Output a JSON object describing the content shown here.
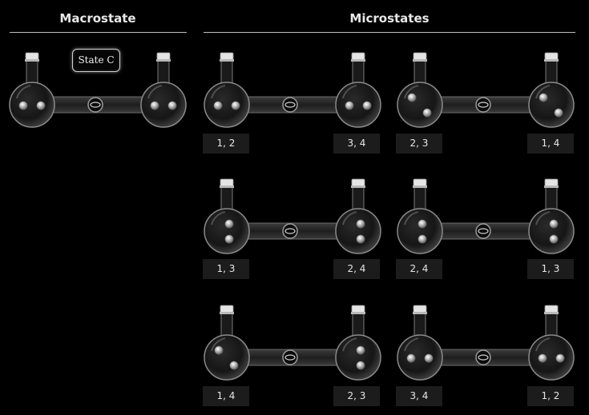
{
  "header": {
    "macrostate_title": "Macrostate",
    "microstates_title": "Microstates"
  },
  "macrostate": {
    "state_label": "State C",
    "left_flask_particles": 2,
    "right_flask_particles": 2
  },
  "microstates": [
    {
      "left_label": "1, 2",
      "right_label": "3, 4",
      "left_dots": "horizontal",
      "right_dots": "horizontal"
    },
    {
      "left_label": "2, 3",
      "right_label": "1, 4",
      "left_dots": "diagonal-down",
      "right_dots": "diagonal-down"
    },
    {
      "left_label": "1, 3",
      "right_label": "2, 4",
      "left_dots": "vertical",
      "right_dots": "vertical"
    },
    {
      "left_label": "2, 4",
      "right_label": "1, 3",
      "left_dots": "vertical",
      "right_dots": "vertical"
    },
    {
      "left_label": "1, 4",
      "right_label": "2, 3",
      "left_dots": "diagonal-down",
      "right_dots": "vertical"
    },
    {
      "left_label": "3, 4",
      "right_label": "1, 2",
      "left_dots": "horizontal",
      "right_dots": "horizontal"
    }
  ]
}
